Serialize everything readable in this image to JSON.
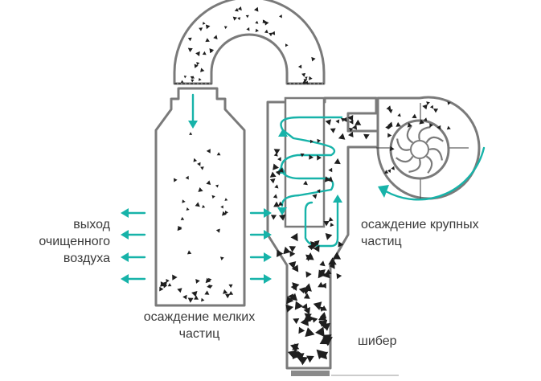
{
  "labels": {
    "clean_air_outlet": [
      "выход",
      "очищенного",
      "воздуха"
    ],
    "fine_settling": [
      "осаждение мелких",
      "частиц"
    ],
    "coarse_settling": [
      "осаждение крупных",
      "частиц"
    ],
    "damper": "шибер"
  },
  "colors": {
    "outline": "#7a7a7a",
    "fill": "#ffffff",
    "particle": "#1e1e1e",
    "airflow": "#17b3a9",
    "damper_bar": "#8a8a8a",
    "text": "#3a3a3a"
  }
}
